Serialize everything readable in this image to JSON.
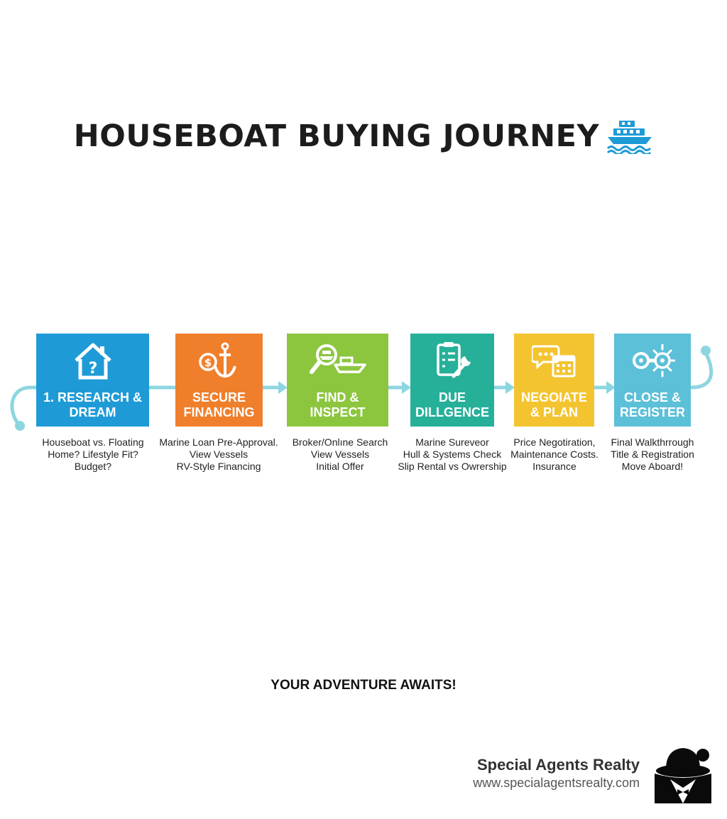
{
  "title": "HOUSEBOAT BUYING JOURNEY",
  "icons": {
    "title_icon": "boat-icon"
  },
  "steps": [
    {
      "title": "1. RESEARCH &\nDREAM",
      "color": "#1e9bd7",
      "icon": "house-question-icon",
      "lines": [
        "Houseboat vs. Floating",
        "Home? Lifestyle Fit?",
        "Budget?"
      ]
    },
    {
      "title": "SECURE\nFINANCING",
      "color": "#f07f2b",
      "icon": "dollar-anchor-icon",
      "lines": [
        "Marine Loan Pre-Approval.",
        "View Vessels",
        "RV-Style Financing"
      ]
    },
    {
      "title": "FIND &\nINSPECT",
      "color": "#8cc63f",
      "icon": "magnifier-boat-icon",
      "lines": [
        "Broker/Onlıne Search",
        "View Vessels",
        "Initial Offer"
      ]
    },
    {
      "title": "DUE\nDILLGENCE",
      "color": "#26b09a",
      "icon": "clipboard-wrench-icon",
      "lines": [
        "Marine Sureveor",
        "Hull & Systems Check",
        "Slip Rental vs Owrership"
      ]
    },
    {
      "title": "NEGOIATE\n& PLAN",
      "color": "#f4c430",
      "icon": "chat-calendar-icon",
      "lines": [
        "Price Negotiration,",
        "Maintenance Costs.",
        "Insurance"
      ]
    },
    {
      "title": "CLOSE &\nREGISTER",
      "color": "#5bc0d8",
      "icon": "key-helm-icon",
      "lines": [
        "Final Walkthrrough",
        "Title & Registration",
        "Move Aboard!"
      ]
    }
  ],
  "connector_color": "#8dd6e0",
  "tagline": "YOUR ADVENTURE AWAITS!",
  "brand": {
    "name": "Special Agents Realty",
    "url": "www.specialagentsrealty.com",
    "logo": "agent-hat-logo"
  }
}
